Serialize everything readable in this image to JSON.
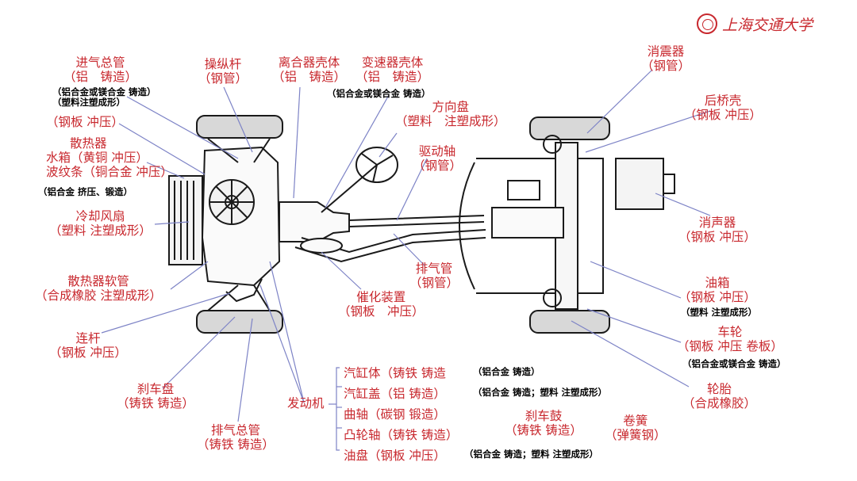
{
  "logo": {
    "text": "上海交通大学"
  },
  "labels": {
    "intake": [
      "进气总管",
      "（铝　铸造）"
    ],
    "lever": [
      "操纵杆",
      "（钢管）"
    ],
    "clutch": [
      "离合器壳体",
      "（铝　铸造）"
    ],
    "gearbox": [
      "变速器壳体",
      "（铝　铸造）"
    ],
    "muffler_shock": [
      "消震器",
      "（钢管）"
    ],
    "rear_axle": [
      "后桥壳",
      "（钢板 冲压）"
    ],
    "left_steel": [
      "（钢板 冲压）"
    ],
    "steering": [
      "方向盘",
      "（塑料　注塑成形）"
    ],
    "radiator": [
      "散热器",
      "水箱（黄铜 冲压）",
      "波纹条（铜合金 冲压）"
    ],
    "drive_shaft": [
      "驱动轴",
      "（钢管）"
    ],
    "fan": [
      "冷却风扇",
      "（塑料 注塑成形）"
    ],
    "silencer": [
      "消声器",
      "（钢板 冲压）"
    ],
    "hose": [
      "散热器软管",
      "（合成橡胶 注塑成形）"
    ],
    "exhaust_pipe": [
      "排气管",
      "（钢管）"
    ],
    "catalyst": [
      "催化装置",
      "（钢板　冲压）"
    ],
    "tank": [
      "油箱",
      "（钢板 冲压）"
    ],
    "rod": [
      "连杆",
      "（钢板 冲压）"
    ],
    "wheel": [
      "车轮",
      "（钢板 冲压 卷板）"
    ],
    "brake_disc": [
      "刹车盘",
      "（铸铁 铸造）"
    ],
    "tire": [
      "轮胎",
      "（合成橡胶）"
    ],
    "exhaust_manifold": [
      "排气总管",
      "（铸铁 铸造）"
    ],
    "engine": "发动机",
    "engine_parts": [
      "汽缸体（铸铁 铸造",
      "汽缸盖（铝 铸造）",
      "曲轴（碳钢 锻造）",
      "凸轮轴（铸铁 铸造）",
      "油盘（钢板 冲压）"
    ],
    "brake_drum": [
      "刹车鼓",
      "（铸铁 铸造）"
    ],
    "spring": [
      "卷簧",
      "（弹簧钢）"
    ]
  },
  "notes": {
    "intake_note1": "（铝合金或镁合金 铸造）",
    "intake_note2": "（塑料注塑成形）",
    "housing_note": "（铝合金或镁合金 铸造）",
    "radiator_note": "（铝合金 挤压、锻造）",
    "tank_note": "（塑料 注塑成形）",
    "wheel_note": "（铝合金或镁合金 铸造）",
    "block_note": "（铝合金 铸造）",
    "head_note": "（铝合金 铸造；塑料 注塑成形）",
    "pan_note": "（铝合金 铸造；塑料 注塑成形）"
  },
  "colors": {
    "label": "#c8282e",
    "note": "#000000",
    "leader": "#7d83c6",
    "drawing": "#1a1a1a"
  }
}
